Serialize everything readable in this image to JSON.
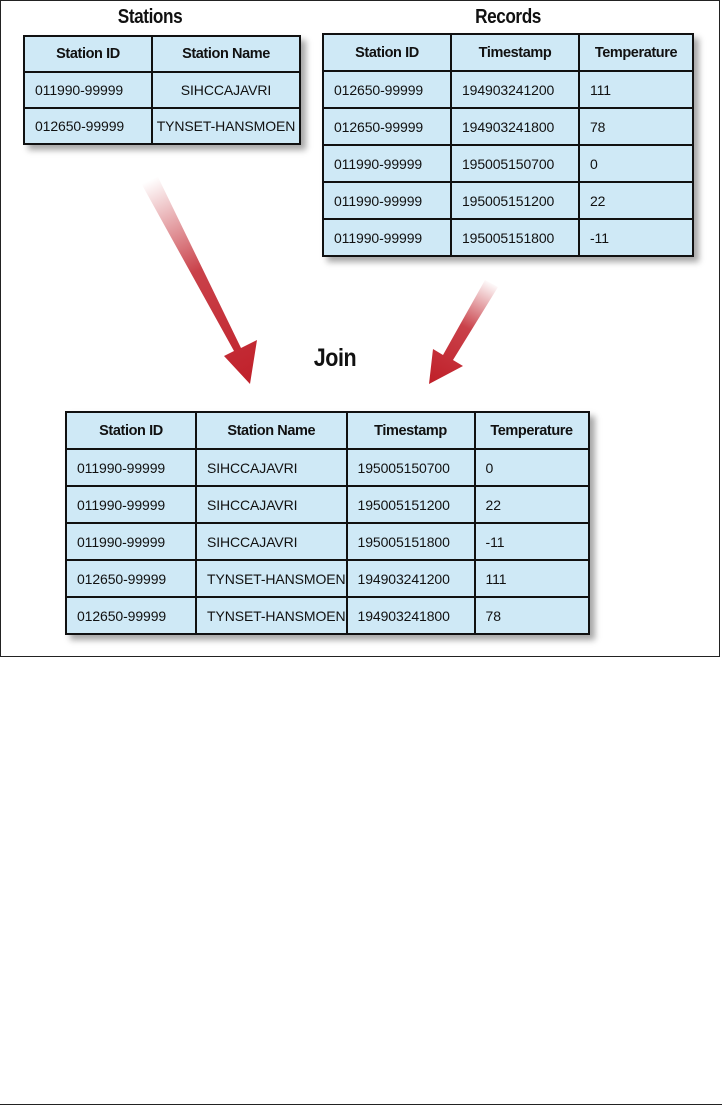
{
  "stations": {
    "title": "Stations",
    "columns": [
      "Station ID",
      "Station Name"
    ],
    "rows": [
      [
        "011990-99999",
        "SIHCCAJAVRI"
      ],
      [
        "012650-99999",
        "TYNSET-HANSMOEN"
      ]
    ]
  },
  "records": {
    "title": "Records",
    "columns": [
      "Station ID",
      "Timestamp",
      "Temperature"
    ],
    "rows": [
      [
        "012650-99999",
        "194903241200",
        "111"
      ],
      [
        "012650-99999",
        "194903241800",
        "78"
      ],
      [
        "011990-99999",
        "195005150700",
        "0"
      ],
      [
        "011990-99999",
        "195005151200",
        "22"
      ],
      [
        "011990-99999",
        "195005151800",
        "-11"
      ]
    ]
  },
  "join": {
    "title": "Join",
    "columns": [
      "Station ID",
      "Station Name",
      "Timestamp",
      "Temperature"
    ],
    "rows": [
      [
        "011990-99999",
        "SIHCCAJAVRI",
        "195005150700",
        "0"
      ],
      [
        "011990-99999",
        "SIHCCAJAVRI",
        "195005151200",
        "22"
      ],
      [
        "011990-99999",
        "SIHCCAJAVRI",
        "195005151800",
        "-11"
      ],
      [
        "012650-99999",
        "TYNSET-HANSMOEN",
        "194903241200",
        "111"
      ],
      [
        "012650-99999",
        "TYNSET-HANSMOEN",
        "194903241800",
        "78"
      ]
    ]
  },
  "colors": {
    "cell_fill": "#cfe9f6",
    "border": "#111111",
    "arrow": "#c0202a"
  },
  "icons": {
    "left_arrow": "arrow-down-right-icon",
    "right_arrow": "arrow-down-left-icon"
  }
}
